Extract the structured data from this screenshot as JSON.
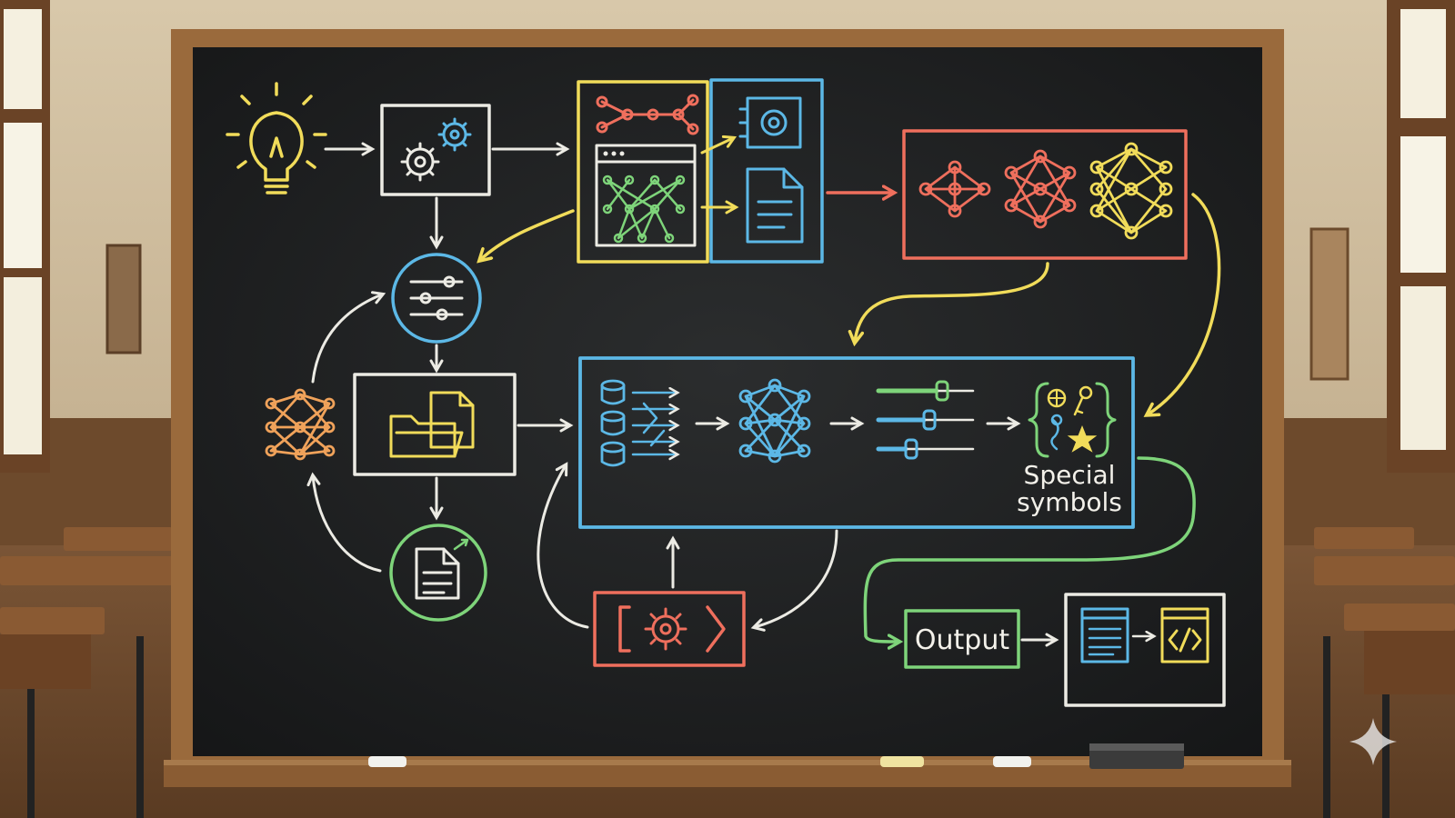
{
  "diagram": {
    "labels": {
      "special_symbols_line1": "Special",
      "special_symbols_line2": "symbols",
      "output": "Output"
    },
    "icons": [
      "lightbulb-icon",
      "gears-icon",
      "sliders-icon",
      "folder-icon",
      "document-icon",
      "network-icon",
      "database-icon",
      "code-icon",
      "chip-icon",
      "browser-window-icon",
      "key-icon",
      "star-icon"
    ]
  },
  "colors": {
    "board": "#1b1d1e",
    "frame": "#9a6a3c",
    "chalk_white": "#ecebe4",
    "chalk_yellow": "#f1dc5a",
    "chalk_blue": "#5cb8e6",
    "chalk_red": "#ef6f5d",
    "chalk_green": "#7ed47a",
    "chalk_orange": "#f0a25a"
  }
}
